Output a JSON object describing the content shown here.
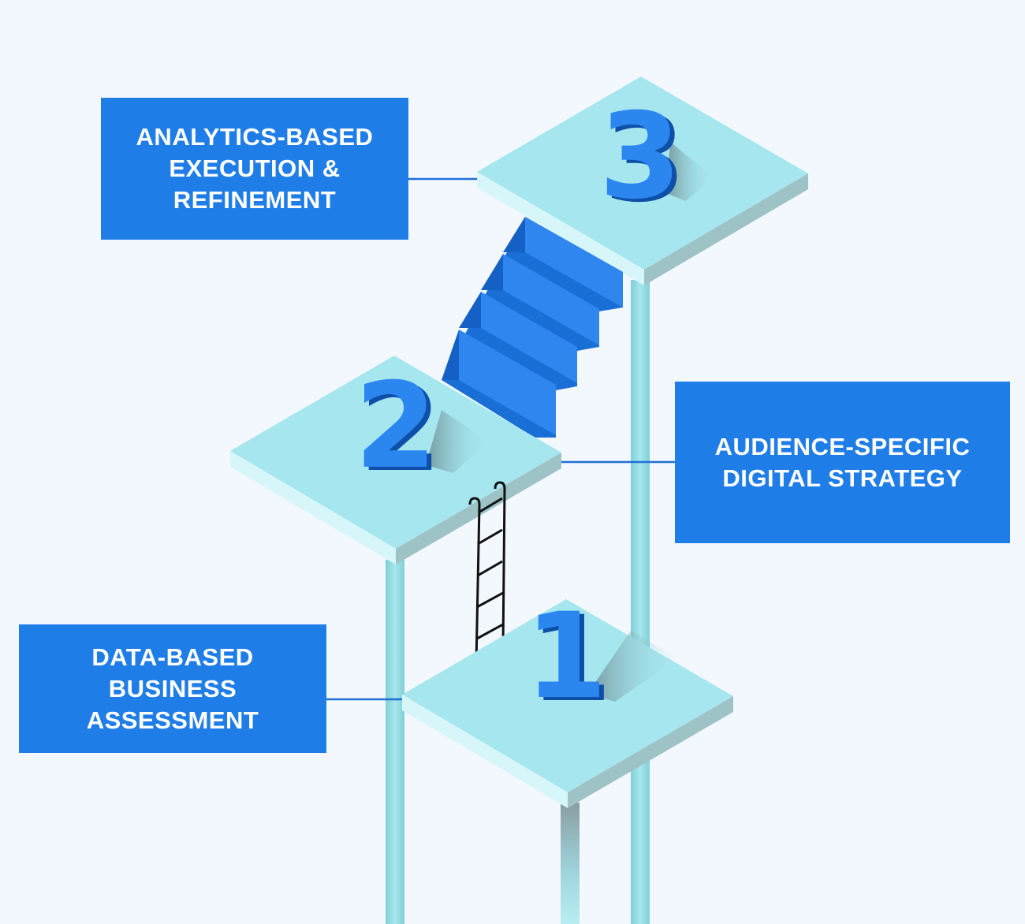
{
  "diagram": {
    "steps": [
      {
        "number": "1",
        "label": "DATA-BASED\nBUSINESS\nASSESSMENT"
      },
      {
        "number": "2",
        "label": "AUDIENCE-SPECIFIC\nDIGITAL STRATEGY"
      },
      {
        "number": "3",
        "label": "ANALYTICS-BASED\nEXECUTION &\nREFINEMENT"
      }
    ]
  },
  "colors": {
    "background": "#f3f8fe",
    "label_fill": "#1f7de8",
    "label_text": "#ffffff",
    "platform_top": "#a6e6ef",
    "platform_front": "#d6f6fa",
    "platform_side": "#9dc3c6",
    "pillar": "#8fd8de",
    "numeral": "#1f7de8",
    "stairs": "#1c76e0",
    "connector": "#1f6fd6",
    "ladder": "#111111"
  }
}
